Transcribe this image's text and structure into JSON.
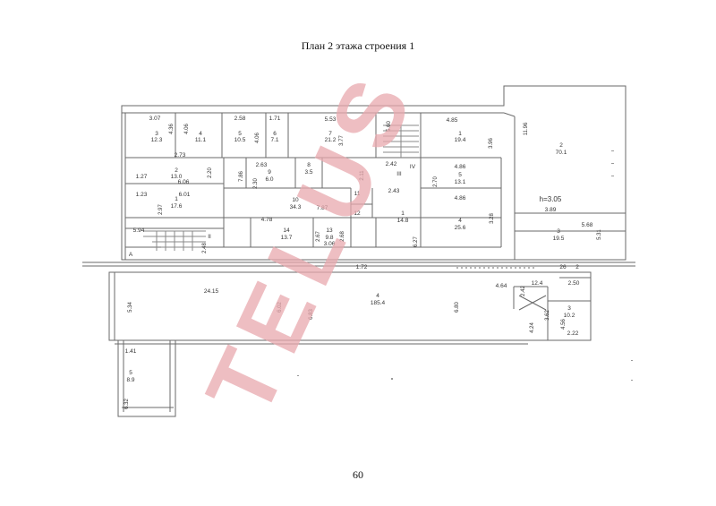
{
  "page_title": "План 2 этажа строения 1",
  "page_number": "60",
  "watermark": "TELUS",
  "watermark_color": "#e8a8ad",
  "line_color": "#6a6a6a",
  "stair_labels": [
    "А",
    "II",
    "III",
    "IV"
  ],
  "height_note": "h=3.05",
  "rooms": [
    {
      "no": "3",
      "area": "12.3"
    },
    {
      "no": "4",
      "area": "11.1"
    },
    {
      "no": "5",
      "area": "10.5"
    },
    {
      "no": "6",
      "area": "7.1"
    },
    {
      "no": "7",
      "area": "21.2"
    },
    {
      "no": "8",
      "area": "3.5"
    },
    {
      "no": "9",
      "area": "6.0"
    },
    {
      "no": "2",
      "area": "13.0"
    },
    {
      "no": "1",
      "area": "17.6"
    },
    {
      "no": "10",
      "area": "34.3"
    },
    {
      "no": "11",
      "area": ""
    },
    {
      "no": "12",
      "area": ""
    },
    {
      "no": "13",
      "area": "9.8"
    },
    {
      "no": "14",
      "area": "13.7"
    },
    {
      "no": "1",
      "area": "14.8"
    },
    {
      "no": "1",
      "area": "19.4"
    },
    {
      "no": "5",
      "area": "13.1"
    },
    {
      "no": "4",
      "area": "25.6"
    },
    {
      "no": "2",
      "area": "70.1"
    },
    {
      "no": "3",
      "area": "19.5"
    },
    {
      "no": "4",
      "area": "185.4"
    },
    {
      "no": "3",
      "area": "10.2"
    },
    {
      "no": "5",
      "area": "8.9"
    },
    {
      "no": "",
      "area": "12.4"
    }
  ],
  "dimensions": [
    "3.07",
    "4.36",
    "4.06",
    "2.58",
    "4.06",
    "1.71",
    "5.53",
    "5.60",
    "4.85",
    "3.96",
    "11.96",
    "2.73",
    "1.27",
    "2.20",
    "2.63",
    "7.86",
    "2.30",
    "2.42",
    "2.11",
    "4.86",
    "2.70",
    "1.23",
    "6.06",
    "6.01",
    "2.97",
    "11",
    "2.43",
    "4.86",
    "3.89",
    "4.78",
    "7.87",
    "3.28",
    "5.94",
    "2.48",
    "3.06",
    "2.67",
    "2.68",
    "6.27",
    "5.68",
    "5.31",
    "1.72",
    "26",
    "2",
    "24.15",
    "5.34",
    "6.02",
    "6.83",
    "6.80",
    "4.64",
    "2.42",
    "2.50",
    "3.62",
    "4.56",
    "4.24",
    "2.22",
    "1.41",
    "6.32",
    "3.77",
    "3.05",
    "2.10"
  ]
}
